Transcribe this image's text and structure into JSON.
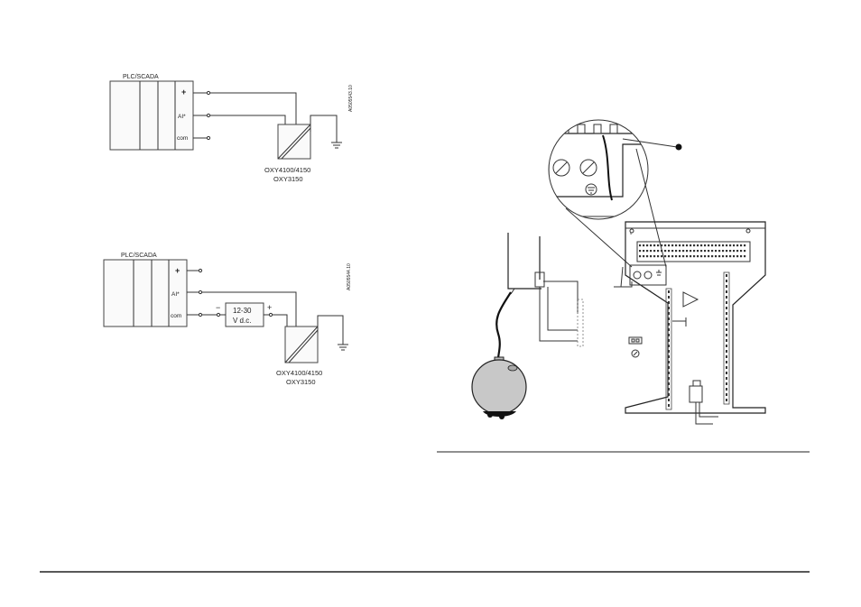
{
  "diagram1": {
    "plc_label": "PLC/SCADA",
    "terminals": [
      "+",
      "AI*",
      "com"
    ],
    "device_label_1": "OXY4100/4150",
    "device_label_2": "OXY3150",
    "ref_code": "A0505543.10"
  },
  "diagram2": {
    "plc_label": "PLC/SCADA",
    "terminals": [
      "+",
      "AI*",
      "com"
    ],
    "supply_label_1": "12-30",
    "supply_label_2": "V d.c.",
    "supply_minus": "−",
    "supply_plus": "+",
    "device_label_1": "OXY4100/4150",
    "device_label_2": "OXY3150",
    "ref_code": "A0505544.10"
  },
  "colors": {
    "line": "#333333",
    "sensor_fill": "#c8c8c8",
    "rule": "#222222"
  }
}
